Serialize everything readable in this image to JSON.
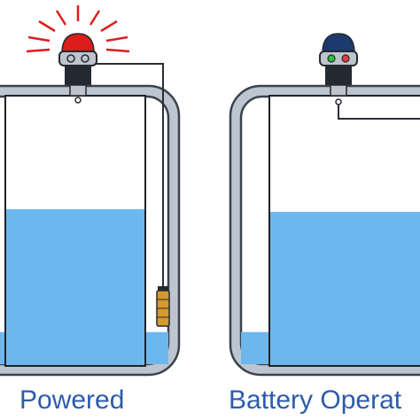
{
  "labels": {
    "left": "Powered",
    "right": "Battery Operat"
  },
  "colors": {
    "label_text": "#2c5bab",
    "frame_fill": "#bcc5d0",
    "frame_stroke": "#3b424b",
    "tank_stroke": "#1e2227",
    "liquid": "#6cb7ee",
    "tank_empty": "#ffffff",
    "alarm_red": "#dd1c1c",
    "alarm_blue": "#1d3a6e",
    "device_body": "#bdc4cc",
    "device_dark": "#252a30",
    "led_green": "#2fbf3c",
    "led_red": "#e63b3b",
    "probe_float": "#d59a2b",
    "wire": "#2a2f35"
  },
  "icons": {
    "left_alarm": "flashing-red-alarm-light-icon",
    "right_alarm": "blue-indicator-light-icon",
    "probe": "float-switch-probe-icon"
  },
  "levels": {
    "left_tank_fill": 0.58,
    "right_tank_fill": 0.57,
    "left_reservoir_fill": 0.12,
    "right_reservoir_fill": 0.12
  }
}
